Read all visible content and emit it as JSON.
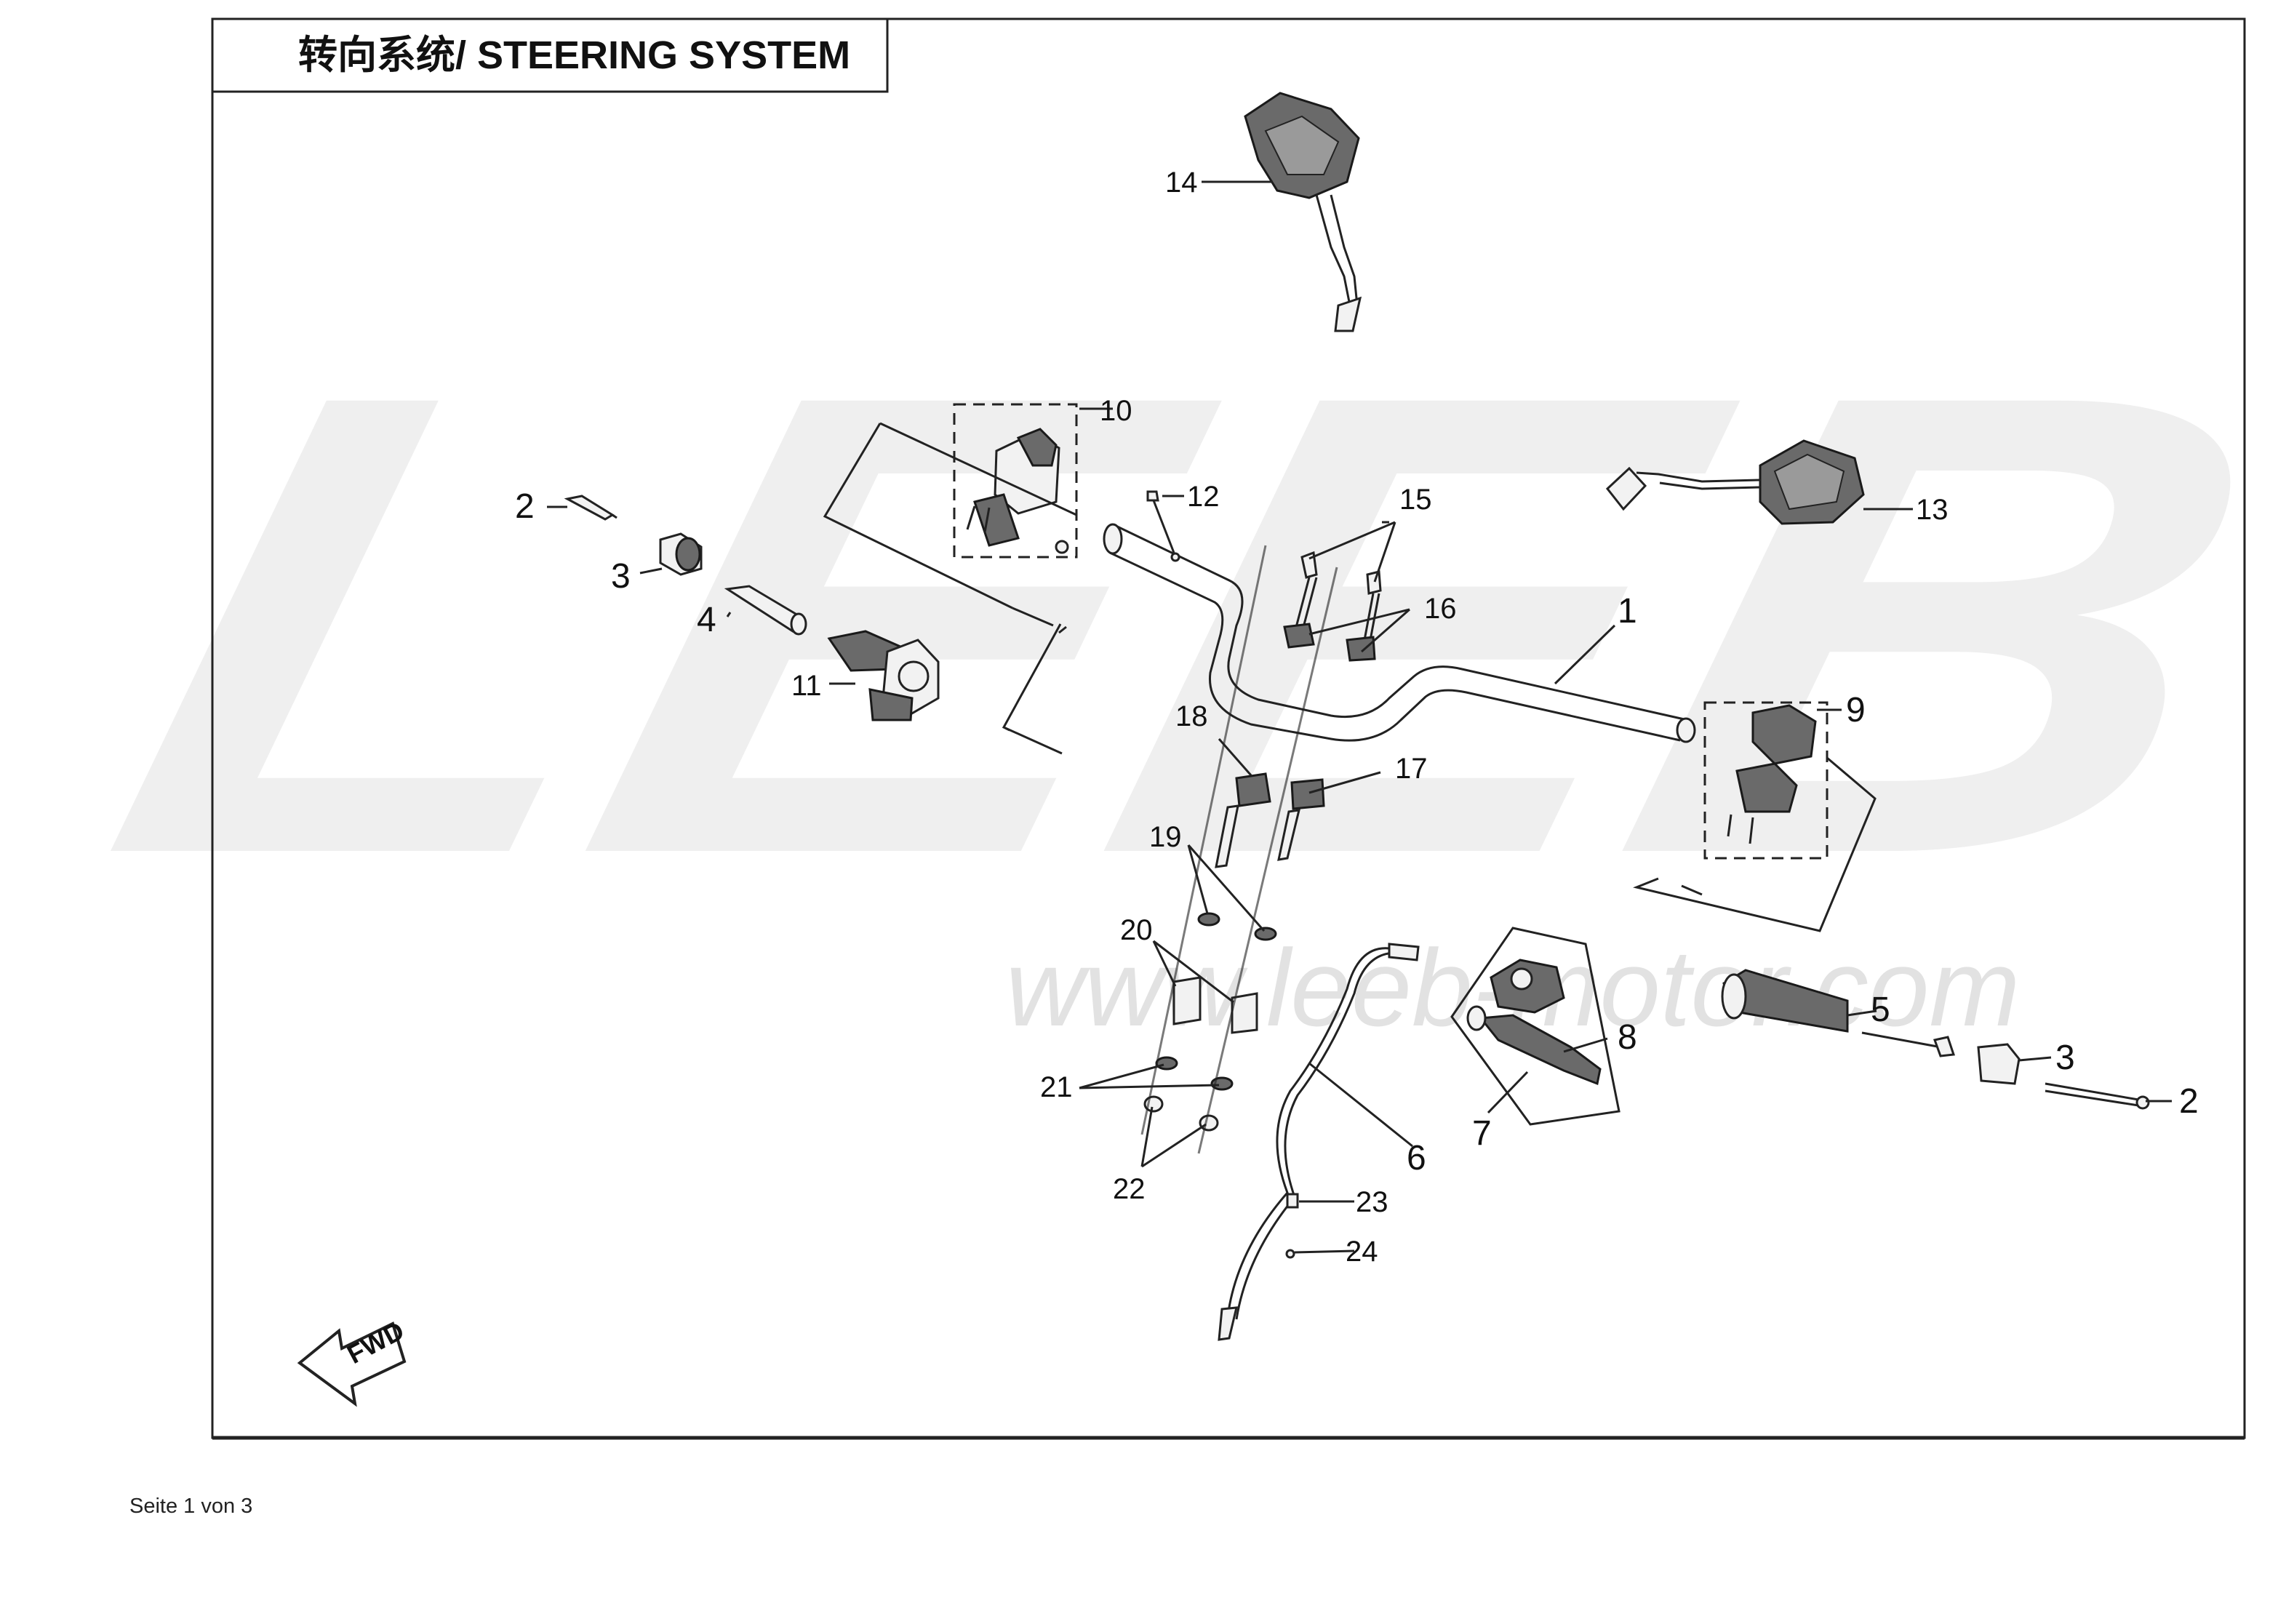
{
  "diagram": {
    "title": "转向系统/ STEERING SYSTEM",
    "watermark_logo": "LEEB",
    "watermark_url": "www.leeb-motor.com",
    "direction_arrow": "FWD",
    "callouts": [
      {
        "id": "c1",
        "text": "1"
      },
      {
        "id": "c2a",
        "text": "2"
      },
      {
        "id": "c2b",
        "text": "2"
      },
      {
        "id": "c3a",
        "text": "3"
      },
      {
        "id": "c3b",
        "text": "3"
      },
      {
        "id": "c4",
        "text": "4"
      },
      {
        "id": "c5",
        "text": "5"
      },
      {
        "id": "c6",
        "text": "6"
      },
      {
        "id": "c7",
        "text": "7"
      },
      {
        "id": "c8",
        "text": "8"
      },
      {
        "id": "c9",
        "text": "9"
      },
      {
        "id": "c10",
        "text": "10"
      },
      {
        "id": "c11",
        "text": "11"
      },
      {
        "id": "c12",
        "text": "12"
      },
      {
        "id": "c13",
        "text": "13"
      },
      {
        "id": "c14",
        "text": "14"
      },
      {
        "id": "c15",
        "text": "15"
      },
      {
        "id": "c16",
        "text": "16"
      },
      {
        "id": "c17",
        "text": "17"
      },
      {
        "id": "c18",
        "text": "18"
      },
      {
        "id": "c19",
        "text": "19"
      },
      {
        "id": "c20",
        "text": "20"
      },
      {
        "id": "c21",
        "text": "21"
      },
      {
        "id": "c22",
        "text": "22"
      },
      {
        "id": "c23",
        "text": "23"
      },
      {
        "id": "c24",
        "text": "24"
      }
    ]
  },
  "footer": {
    "page_label": "Seite 1 von 3"
  }
}
